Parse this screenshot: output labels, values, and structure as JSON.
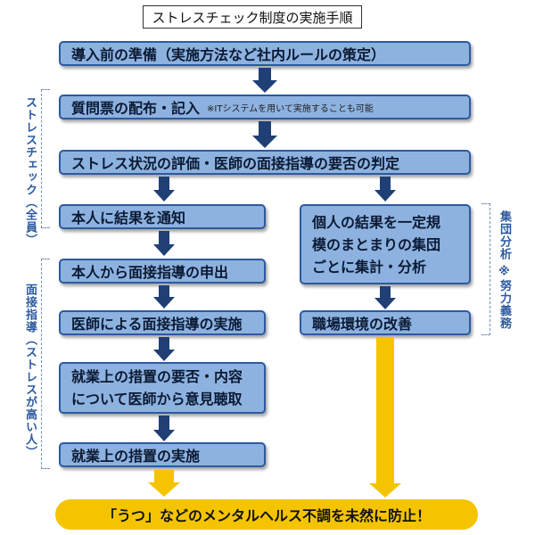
{
  "title": "ストレスチェック制度の実施手順",
  "steps": {
    "s1": "導入前の準備（実施方法など社内ルールの策定）",
    "s2": "質問票の配布・記入",
    "s2_note": "※ITシステムを用いて実施することも可能",
    "s3": "ストレス状況の評価・医師の面接指導の要否の判定",
    "s4": "本人に結果を通知",
    "s5": "本人から面接指導の申出",
    "s6": "医師による面接指導の実施",
    "s7_line1": "就業上の措置の要否・内容",
    "s7_line2": "について医師から意見聴取",
    "s8": "就業上の措置の実施",
    "g1_line1": "個人の結果を一定規",
    "g1_line2": "模のまとまりの集団",
    "g1_line3": "ごとに集計・分析",
    "g2": "職場環境の改善"
  },
  "side_labels": {
    "stress_check": "ストレスチェック（全員）",
    "interview": "面接指導（ストレスが高い人）",
    "group_analysis": "集団分析 ※努力義務"
  },
  "final": "「うつ」などのメンタルヘルス不調を未然に防止！",
  "colors": {
    "box_fill": "#8db2e0",
    "box_border": "#2c5aa0",
    "arrow": "#1f3f75",
    "highlight": "#f5c400"
  }
}
